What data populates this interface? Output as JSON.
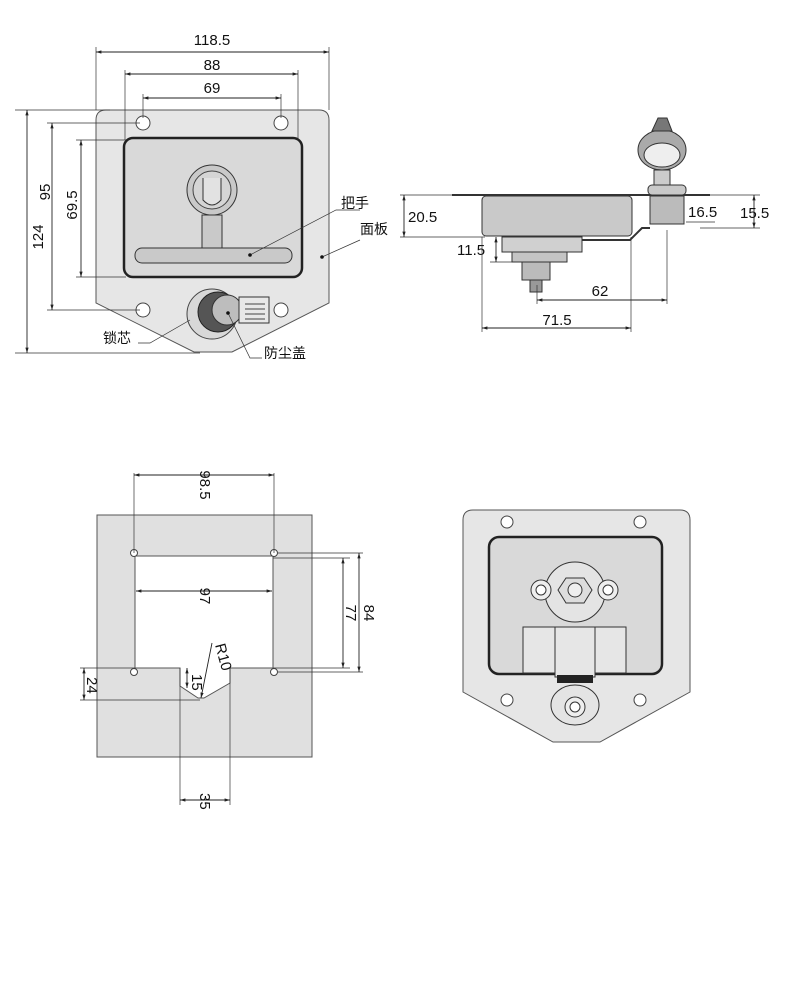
{
  "front_view": {
    "dims": {
      "overall_width": "118.5",
      "recess_width": "88",
      "hole_spacing_h": "69",
      "overall_height": "124",
      "hole_spacing_v": "95",
      "recess_height": "69.5"
    },
    "labels": {
      "handle": "把手",
      "panel": "面板",
      "lock_core": "锁芯",
      "dust_cover": "防尘盖"
    }
  },
  "side_view": {
    "dims": {
      "body_depth": "20.5",
      "lower_depth": "11.5",
      "lock_offset": "16.5",
      "lock_depth": "15.5",
      "lock_distance": "62",
      "body_width": "71.5"
    }
  },
  "cutout_view": {
    "dims": {
      "hole_spacing_h": "98.5",
      "cutout_width": "97",
      "cutout_height": "77",
      "hole_spacing_v": "84",
      "notch_radius": "R10",
      "notch_depth": "15",
      "notch_height": "24",
      "notch_width": "35"
    }
  },
  "colors": {
    "line": "#222222",
    "plate": "#e6e6e6",
    "cutout": "#e0e0e0"
  }
}
